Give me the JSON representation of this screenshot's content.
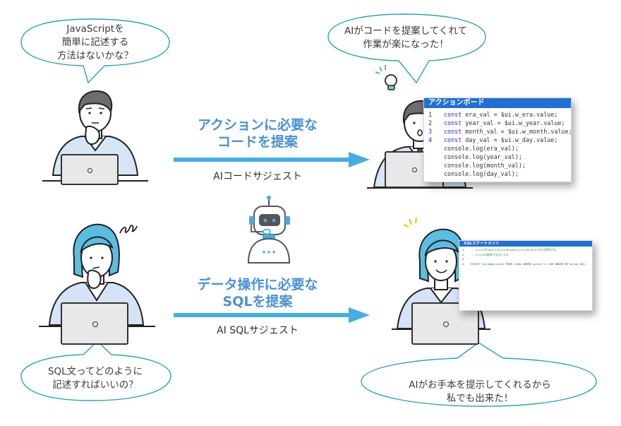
{
  "colors": {
    "bubble_stroke": "#2ba3b5",
    "arrow": "#44aee2",
    "headline": "#4a90d6",
    "panel_header": "#1f6fd6",
    "hair_female": "#5bbde0",
    "suit": "#d6e6f5",
    "tie": "#3b9e6b"
  },
  "bubbles": {
    "top_left": {
      "lines": [
        "JavaScriptを",
        "簡単に記述する",
        "方法はないかな？"
      ]
    },
    "top_right": {
      "lines": [
        "AIがコードを提案してくれて",
        "作業が楽になった！"
      ]
    },
    "bottom_left": {
      "lines": [
        "SQL文ってどのように",
        "記述すればいいの？"
      ]
    },
    "bottom_right": {
      "lines": [
        "AIがお手本を提示してくれるから",
        "私でも出来た！"
      ]
    }
  },
  "flows": {
    "top": {
      "headline": [
        "アクションに必要な",
        "コードを提案"
      ],
      "label": "AIコードサジェスト"
    },
    "bottom": {
      "headline": [
        "データ操作に必要な",
        "SQLを提案"
      ],
      "label": "AI SQLサジェスト"
    }
  },
  "action_board": {
    "title": "アクションボード",
    "lines": [
      {
        "n": "1",
        "kw": "const",
        "rest": " era_val = $ui.w_era.value;"
      },
      {
        "n": "2",
        "kw": "const",
        "rest": " year_val = $ui.w_year.value;"
      },
      {
        "n": "3",
        "kw": "const",
        "rest": " month_val = $ui.w_month.value;"
      },
      {
        "n": "4",
        "kw": "const",
        "rest": " day_val = $ui.w_day.value;"
      },
      {
        "n": "",
        "kw": "",
        "rest": "console.log(era_val);"
      },
      {
        "n": "",
        "kw": "",
        "rest": "console.log(year_val);"
      },
      {
        "n": "",
        "kw": "",
        "rest": "console.log(month_val);"
      },
      {
        "n": "",
        "kw": "",
        "rest": "console.log(day_val);"
      }
    ]
  },
  "sql_statement": {
    "title": "SQLステートメント",
    "lines": [
      {
        "n": "1",
        "text": "-- priceが100以上のitemのnameとpriceをSELECT文で取得する。",
        "type": "comment"
      },
      {
        "n": "2",
        "text": "-- priceの昇順で出力とする",
        "type": "comment"
      },
      {
        "n": "3",
        "text": "",
        "type": "blank"
      },
      {
        "n": "4",
        "text": "SELECT id,name,price FROM items WHERE price >= 100 ORDER BY price ASC;",
        "type": "code"
      }
    ]
  },
  "icons": {
    "robot": "robot-icon",
    "lightbulb": "lightbulb-icon",
    "confusion_swirl": "swirl-icon",
    "sparkle": "sparkle-icon"
  }
}
